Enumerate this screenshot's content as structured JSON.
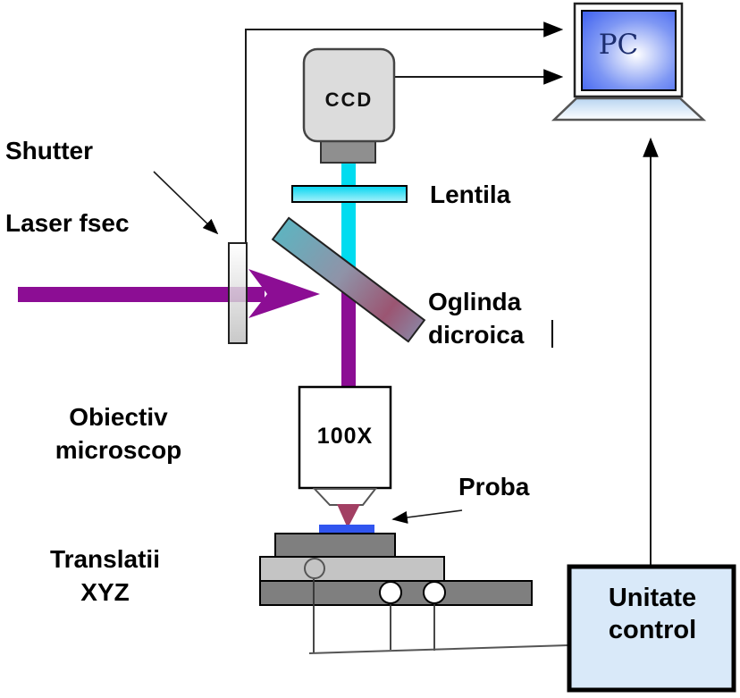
{
  "diagram": {
    "labels": {
      "shutter": "Shutter",
      "laser": "Laser fsec",
      "lens": "Lentila",
      "mirror": [
        "Oglinda",
        "dicroica"
      ],
      "objective": [
        "Obiectiv",
        "microscop"
      ],
      "stage": [
        "Translatii",
        "XYZ"
      ],
      "sample": "Proba",
      "camera": "CCD",
      "magnification": "100X",
      "computer": "PC",
      "control_unit": [
        "Unitate",
        "control"
      ]
    },
    "colors": {
      "laser_beam": "#8C0D94",
      "detection_beam": "#00DCF0",
      "mirror_teal": "#5FB3C0",
      "mirror_mauve": "#9B5572",
      "focus_cone": "#A23F63",
      "sample": "#3155EF",
      "pc_screen": "#3C5FF0",
      "control_box_fill": "#D9E9F9",
      "stage_dark": "#7F7F7F",
      "stage_light": "#C4C4C4"
    }
  }
}
